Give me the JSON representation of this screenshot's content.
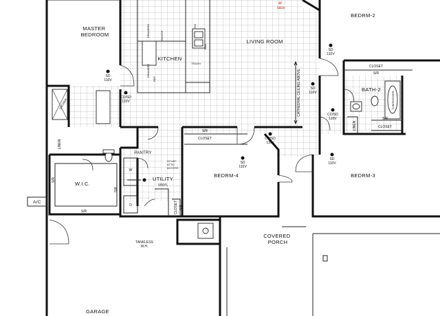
{
  "rooms": {
    "master_bedroom": [
      "MASTER",
      "BEDROOM"
    ],
    "kitchen": "KITCHEN",
    "living_room": "LIVING ROOM",
    "bedrm2": "BEDRM-2",
    "bath2": "BATH-2",
    "bedrm3": "BEDRM-3",
    "bedrm4": "BEDRM-4",
    "utility": "UTILITY",
    "pantry": "PANTRY",
    "wic": "W.I.C.",
    "covered_porch": [
      "COVERED",
      "PORCH"
    ],
    "garage": "GARAGE",
    "ac": "A/C"
  },
  "labels": {
    "sd_110v": [
      "SD",
      "110V"
    ],
    "co_sd_110v": [
      "CO/SD",
      "110V"
    ],
    "closet": "CLOSET",
    "sr": "S/R",
    "linen": "LINEN",
    "vinyl": "VINYL",
    "tankless": [
      "TANKLESS",
      "W.H."
    ],
    "cathedral": "CATHEDRAL CEILING ABOVE",
    "attic_access": [
      "22\"x30\"",
      "ATTIC",
      "ACCESS"
    ],
    "drawers": "DRAWERS",
    "range": "RANGE",
    "ref": "REF",
    "dw": "DW",
    "bar": "BAR",
    "trash": "TRASH",
    "tub_shower": "TUB/SHOWER",
    "shower": "SHOWER",
    "washer": "W",
    "dryer": "D",
    "red_fragment_1": "al",
    "red_fragment_2": "lace"
  }
}
